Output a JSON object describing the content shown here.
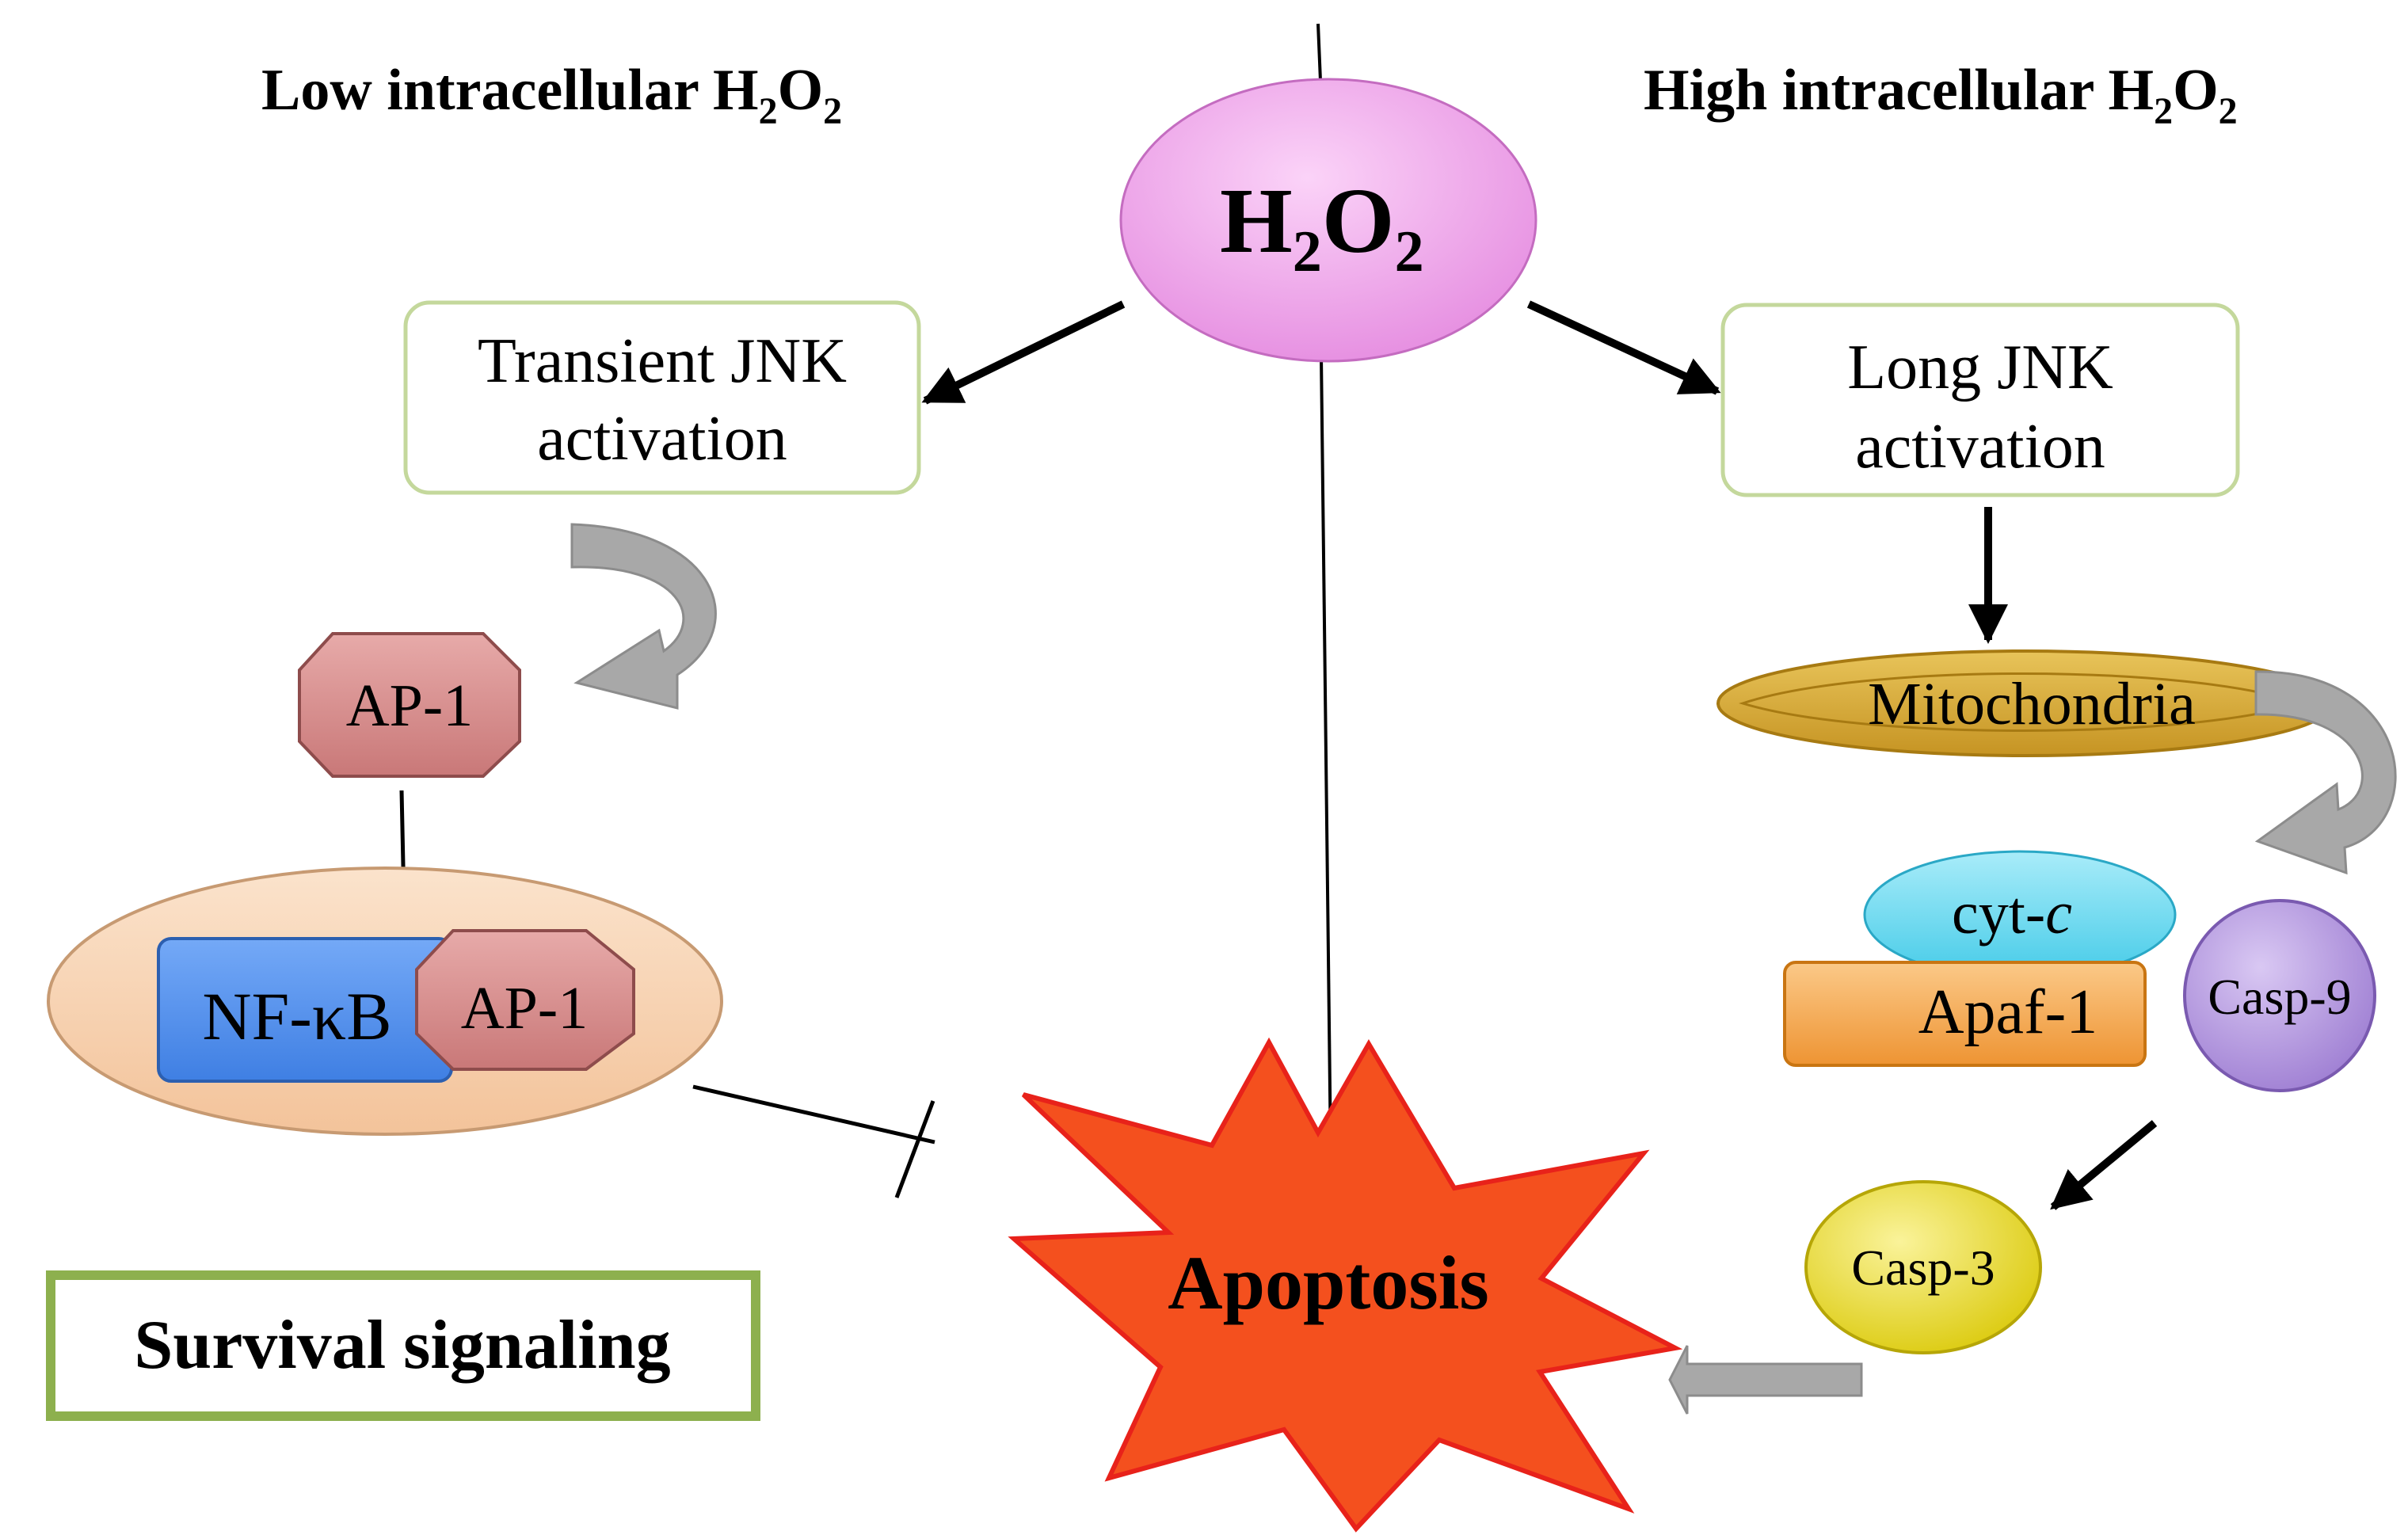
{
  "headers": {
    "low_main": "Low intracellular H",
    "low_sub1": "2",
    "low_mid": "O",
    "low_sub2": "2",
    "high_main": "High intracellular H",
    "high_sub1": "2",
    "high_mid": "O",
    "high_sub2": "2"
  },
  "h2o2": {
    "main": "H",
    "sub1": "2",
    "mid": "O",
    "sub2": "2"
  },
  "left": {
    "transient_line1": "Transient JNK",
    "transient_line2": "activation",
    "ap1_top": "AP-1",
    "nfkb": "NF-κB",
    "ap1_complex": "AP-1",
    "survival": "Survival signaling"
  },
  "right": {
    "long_line1": "Long JNK",
    "long_line2": "activation",
    "mito": "Mitochondria",
    "cytc_prefix": "cyt-",
    "cytc_italic": "c",
    "apaf": "Apaf-1",
    "casp9": "Casp-9",
    "casp3": "Casp-3"
  },
  "center": {
    "apoptosis": "Apoptosis"
  },
  "colors": {
    "h2o2_fill": "#f2a6ef",
    "box_border": "#c4d89c",
    "survival_border": "#8db04e",
    "ap1_fill": "#d98a8a",
    "nfkb_fill": "#4f8ff0",
    "nucleus_fill": "#f7cfa8",
    "mito_fill": "#d6a832",
    "cytc_fill": "#6fdcf2",
    "apaf_fill": "#f6a84a",
    "casp9_fill": "#b79ae0",
    "casp3_fill": "#efe21c",
    "apoptosis_fill": "#f4501e",
    "apoptosis_border": "#e8221a",
    "grey_arrow": "#a6a6a6"
  }
}
